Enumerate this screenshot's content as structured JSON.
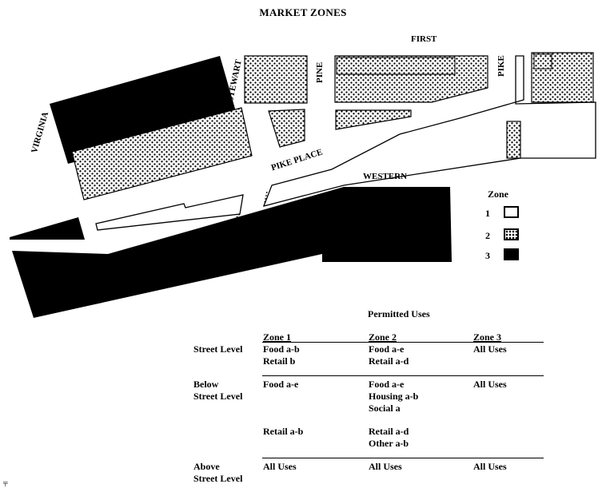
{
  "title": "MARKET ZONES",
  "streets": {
    "first": "FIRST",
    "pine": "PINE",
    "pike": "PIKE",
    "stewart": "STEWART",
    "virginia": "VIRGINIA",
    "pike_place": "PIKE PLACE",
    "western": "WESTERN"
  },
  "legend": {
    "title": "Zone",
    "items": [
      {
        "label": "1",
        "fill": "white"
      },
      {
        "label": "2",
        "fill": "dotted"
      },
      {
        "label": "3",
        "fill": "black"
      }
    ]
  },
  "permitted_uses": {
    "title": "Permitted Uses",
    "columns": [
      "Zone 1",
      "Zone 2",
      "Zone 3"
    ],
    "rows": [
      {
        "level": [
          "Street Level"
        ],
        "zone1": [
          "Food a-b",
          "Retail b"
        ],
        "zone2": [
          "Food a-e",
          "Retail a-d"
        ],
        "zone3": [
          "All Uses"
        ]
      },
      {
        "level": [
          "Below",
          "Street Level"
        ],
        "zone1": [
          "Food a-e"
        ],
        "zone2": [
          "Food a-e",
          "Housing a-b",
          "Social a"
        ],
        "zone3": [
          "All Uses"
        ]
      },
      {
        "level": [],
        "zone1": [
          "Retail a-b"
        ],
        "zone2": [
          "Retail a-d",
          "Other a-b"
        ],
        "zone3": []
      },
      {
        "level": [
          "Above",
          "Street Level"
        ],
        "zone1": [
          "All Uses"
        ],
        "zone2": [
          "All Uses"
        ],
        "zone3": [
          "All Uses"
        ]
      }
    ]
  },
  "colors": {
    "ink": "#000000",
    "paper": "#ffffff"
  }
}
